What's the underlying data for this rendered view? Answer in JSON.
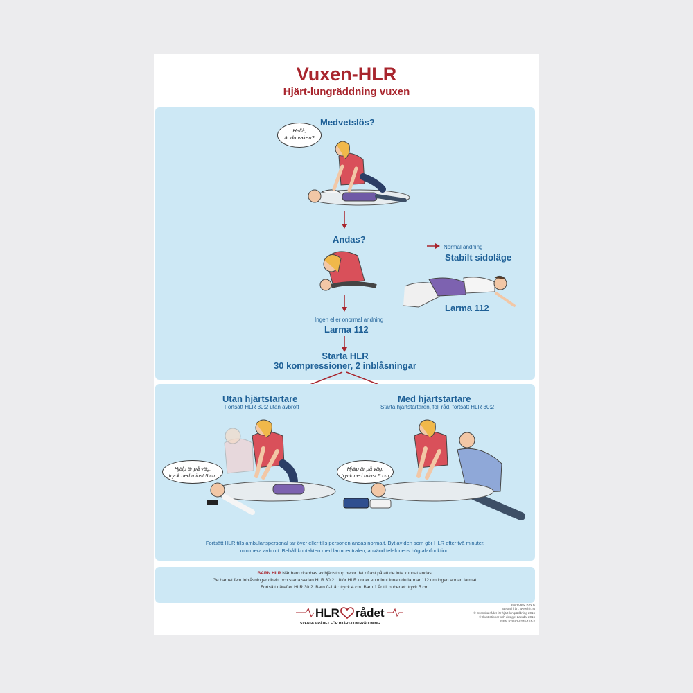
{
  "title": "Vuxen-HLR",
  "subtitle": "Hjärt-lungräddning vuxen",
  "steps": {
    "unconscious": "Medvetslös?",
    "speech_bubble_1": "Hallå,",
    "speech_bubble_2": "är du vaken?",
    "breathing": "Andas?",
    "normal_breathing": "Normal andning",
    "recovery": "Stabilt sidoläge",
    "call_right": "Larma 112",
    "abnormal_breathing": "Ingen eller onormal andning",
    "call_center": "Larma 112",
    "start_cpr": "Starta HLR",
    "cpr_ratio": "30 kompressioner, 2 inblåsningar"
  },
  "branches": {
    "left_title": "Utan hjärtstartare",
    "left_sub": "Fortsätt HLR 30:2 utan avbrott",
    "right_title": "Med hjärtstartare",
    "right_sub": "Starta hjärtstartaren, följ råd, fortsätt HLR 30:2",
    "phone_bubble_1": "Hjälp är på väg,",
    "phone_bubble_2": "tryck ned minst 5 cm"
  },
  "continue_note_1": "Fortsätt HLR tills ambulanspersonal tar över eller tills personen andas normalt. Byt av den som gör HLR efter två minuter,",
  "continue_note_2": "minimera avbrott. Behåll kontakten med larmcentralen, använd telefonens högtalarfunktion.",
  "child": {
    "label": "BARN HLR",
    "line1": "När barn drabbas av hjärtstopp beror det oftast på att de inte kunnat andas.",
    "line2": "Ge barnet fem inblåsningar direkt och starta sedan HLR 30:2.  Utför HLR under en minut innan du larmar 112 om ingen annan larmat.",
    "line3": "Fortsätt därefter HLR 30:2. Barn 0-1 år: tryck 4 cm. Barn 1 år till pubertet: tryck 5 cm."
  },
  "logo": {
    "word1": "HLR",
    "word2": "rådet",
    "tagline": "SVENSKA RÅDET FÖR HJÄRT-LUNGRÄDDNING"
  },
  "colophon": [
    "890-80602 Rev R",
    "Beställ från: www.hlr.nu",
    "© Svenska rådet för hjärt-lungräddning 2016",
    "© Illustrationer och design: Laerdal 2016",
    "ISBN 978-82-8276-151-2"
  ],
  "colors": {
    "accent_red": "#a8252d",
    "heading_blue": "#1d5f96",
    "panel_blue": "#cde8f5"
  }
}
